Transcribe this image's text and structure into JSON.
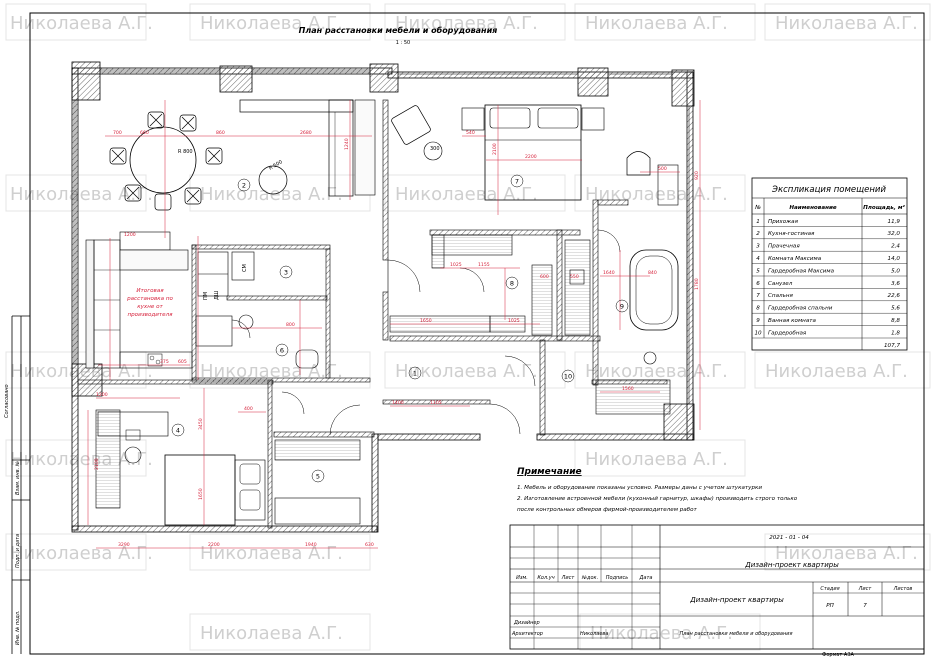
{
  "sheet": {
    "title": "План расстановки мебели и оборудования",
    "scale": "1 : 50",
    "watermark": "Николаева А.Г.",
    "format_label": "Формат А3А"
  },
  "explication": {
    "title": "Экспликация помещений",
    "headers": [
      "№",
      "Наименование",
      "Площадь, м²"
    ],
    "rows": [
      {
        "num": "1",
        "name": "Прихожая",
        "area": "11,9"
      },
      {
        "num": "2",
        "name": "Кухня-гостиная",
        "area": "32,0"
      },
      {
        "num": "3",
        "name": "Прачечная",
        "area": "2,4"
      },
      {
        "num": "4",
        "name": "Комната Максима",
        "area": "14,0"
      },
      {
        "num": "5",
        "name": "Гардеробная Максима",
        "area": "5,0"
      },
      {
        "num": "6",
        "name": "Санузел",
        "area": "3,6"
      },
      {
        "num": "7",
        "name": "Спальня",
        "area": "22,6"
      },
      {
        "num": "8",
        "name": "Гардеробная спальни",
        "area": "5,6"
      },
      {
        "num": "9",
        "name": "Ванная комната",
        "area": "8,8"
      },
      {
        "num": "10",
        "name": "Гардеробная",
        "area": "1,8"
      }
    ],
    "total": "107,7"
  },
  "notes": {
    "title": "Примечание",
    "line1": "1. Мебель и оборудование показаны условно. Размеры даны с учетом штукатурки",
    "line2": "2. Изготовление встроенной мебели (кухонный гарнитур, шкафы) производить строго только",
    "line3": "после контрольных обмеров фирмой-производителем работ"
  },
  "stamp": {
    "date": "2021 - 01 - 04",
    "project": "Дизайн-проект квартиры",
    "col_izm": "Изм.",
    "col_koluch": "Кол.уч",
    "col_list": "Лист",
    "col_ndok": "№док.",
    "col_podpis": "Подпись",
    "col_data": "Дата",
    "stage_label": "Стадия",
    "sheet_label": "Лист",
    "sheets_label": "Листов",
    "stage": "РП",
    "sheet_no": "7",
    "role_designer": "Дизайнер",
    "role_architect": "Архитектор",
    "architect_name": "Николаева",
    "drawing_title": "План расстановки мебели и оборудования"
  },
  "left_strip": {
    "agreed": "Согласовано",
    "inv_zam": "Взам. инв. №",
    "sign_date": "Подп. и дата",
    "inv_podl": "Инв. № подл."
  },
  "plan": {
    "kitchen_note_l1": "Итоговая",
    "kitchen_note_l2": "расстановка по",
    "kitchen_note_l3": "кухне от",
    "kitchen_note_l4": "производителя",
    "label_r800": "R 800",
    "label_r500": "R 500",
    "label_r300": "300",
    "label_pm": "ПМ",
    "label_dsh": "ДШ",
    "label_sm": "СМ",
    "room_labels": [
      "1",
      "2",
      "3",
      "4",
      "5",
      "6",
      "7",
      "8",
      "9",
      "10"
    ],
    "dims": {
      "d700": "700",
      "d660": "660",
      "d860": "860",
      "d2680": "2680",
      "d1240": "1240",
      "d540": "540",
      "d2100": "2100",
      "d2200": "2200",
      "d500": "500",
      "d1200": "1200",
      "d1025": "1025",
      "d1155": "1155",
      "d1650": "1650",
      "d600": "600",
      "d550": "550",
      "d1640": "1640",
      "d840": "840",
      "d1560": "1560",
      "d1105": "1105",
      "d1400": "1400",
      "d1940": "1940",
      "d3290": "3290",
      "d2200b": "2200",
      "d630": "630",
      "d375": "375",
      "d605": "605",
      "d800": "800",
      "d2100b": "2100",
      "d1650b": "1650",
      "d3450": "3450",
      "d400": "400",
      "d920": "920",
      "d1780": "1780"
    }
  }
}
